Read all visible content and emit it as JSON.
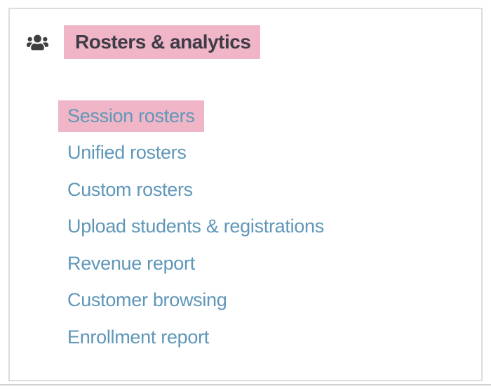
{
  "panel": {
    "header": {
      "label": "Rosters & analytics",
      "icon": "users-icon"
    },
    "items": [
      {
        "label": "Session rosters",
        "highlighted": true
      },
      {
        "label": "Unified rosters",
        "highlighted": false
      },
      {
        "label": "Custom rosters",
        "highlighted": false
      },
      {
        "label": "Upload students & registrations",
        "highlighted": false
      },
      {
        "label": "Revenue report",
        "highlighted": false
      },
      {
        "label": "Customer browsing",
        "highlighted": false
      },
      {
        "label": "Enrollment report",
        "highlighted": false
      }
    ],
    "colors": {
      "highlight": "#f0b6c7",
      "link": "#5f97b8",
      "header_text": "#3e3c46",
      "icon": "#3f3f3f",
      "border": "#dcdcdc",
      "bottom_rule": "#d2d2d2"
    }
  }
}
